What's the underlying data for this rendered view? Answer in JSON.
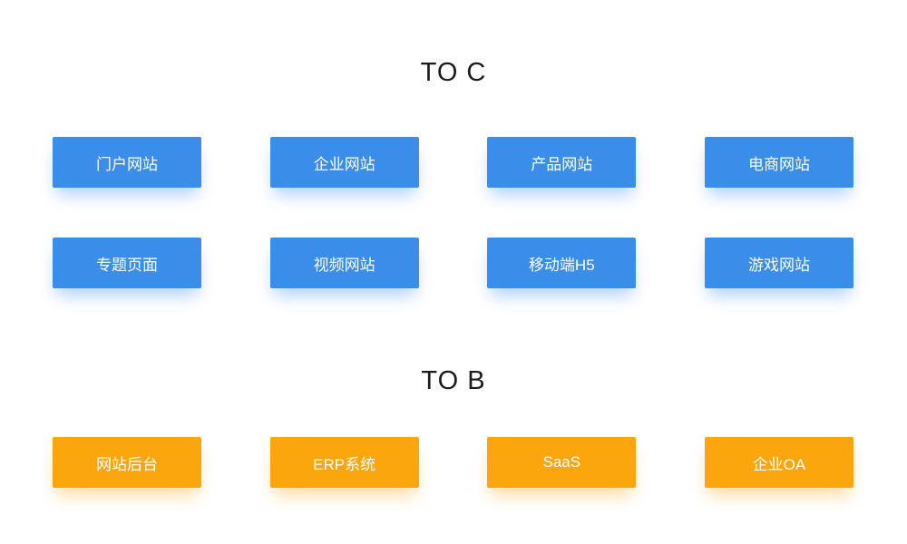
{
  "page": {
    "background_color": "#ffffff",
    "title_color": "#1b1b1b"
  },
  "sections": [
    {
      "title": "TO C",
      "accent": "#3b8dea",
      "rows": [
        [
          "门户网站",
          "企业网站",
          "产品网站",
          "电商网站"
        ],
        [
          "专题页面",
          "视频网站",
          "移动端H5",
          "游戏网站"
        ]
      ]
    },
    {
      "title": "TO B",
      "accent": "#fca60d",
      "rows": [
        [
          "网站后台",
          "ERP系统",
          "SaaS",
          "企业OA"
        ]
      ]
    }
  ]
}
